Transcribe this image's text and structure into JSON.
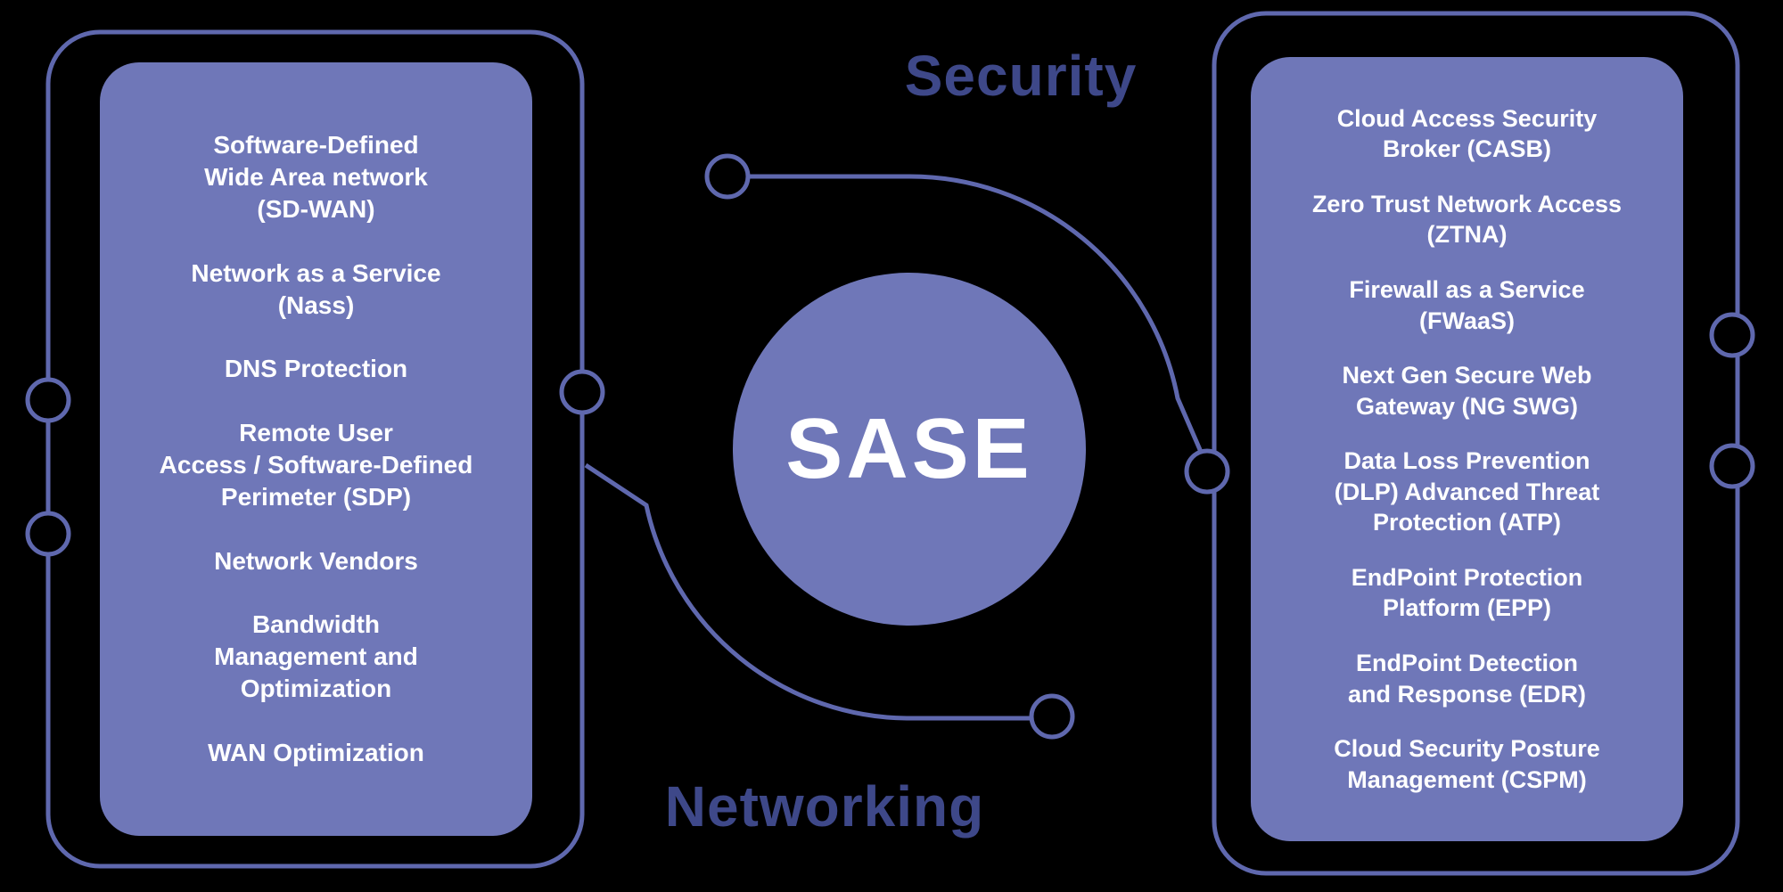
{
  "colors": {
    "background": "#000000",
    "panel": "#6f77b8",
    "line": "#5f68ae",
    "title": "#3e4889",
    "text": "#ffffff"
  },
  "center": {
    "label": "SASE"
  },
  "networking": {
    "title": "Networking",
    "items": [
      "Software-Defined\nWide Area network\n(SD-WAN)",
      "Network as a Service\n(Nass)",
      "DNS Protection",
      "Remote User\nAccess / Software-Defined\nPerimeter (SDP)",
      "Network Vendors",
      "Bandwidth\nManagement and\nOptimization",
      "WAN Optimization"
    ]
  },
  "security": {
    "title": "Security",
    "items": [
      "Cloud Access Security\nBroker (CASB)",
      "Zero Trust Network Access\n(ZTNA)",
      "Firewall as a Service\n(FWaaS)",
      "Next Gen Secure Web\nGateway (NG SWG)",
      "Data Loss Prevention\n(DLP) Advanced Threat\nProtection (ATP)",
      "EndPoint Protection\nPlatform (EPP)",
      "EndPoint Detection\nand Response (EDR)",
      "Cloud Security Posture\nManagement (CSPM)"
    ]
  }
}
